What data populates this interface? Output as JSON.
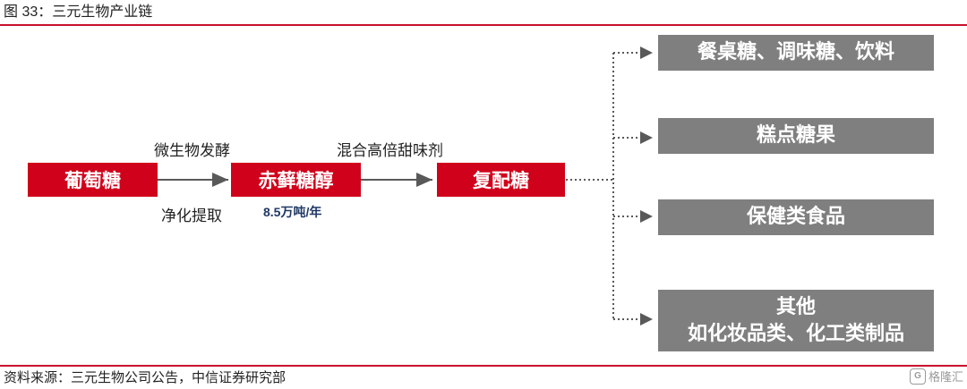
{
  "title": "图 33：三元生物产业链",
  "source": "资料来源：三元生物公司公告，中信证券研究部",
  "watermark": "格隆汇",
  "chain": {
    "glucose": "葡萄糖",
    "erythritol": "赤藓糖醇",
    "compound_sugar": "复配糖",
    "step1_top": "微生物发酵",
    "step1_bottom": "净化提取",
    "capacity": "8.5万吨/年",
    "step2_top": "混合高倍甜味剂"
  },
  "applications": [
    {
      "line1": "餐桌糖、调味糖、饮料"
    },
    {
      "line1": "糕点糖果"
    },
    {
      "line1": "保健类食品"
    },
    {
      "line1": "其他",
      "line2": "如化妆品类、化工类制品"
    }
  ],
  "colors": {
    "accent": "#c8102e",
    "red_box": "#d0021b",
    "gray_box": "#7f7f7f"
  }
}
